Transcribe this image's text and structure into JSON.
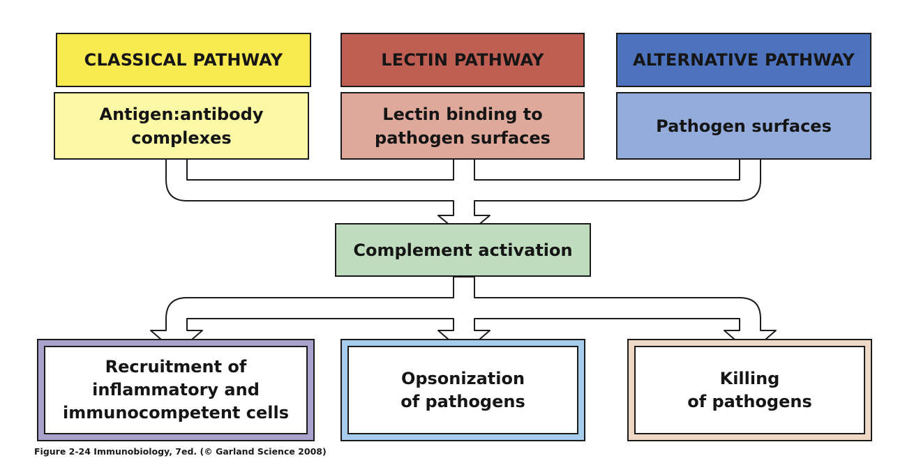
{
  "pathways": [
    {
      "header": "CLASSICAL PATHWAY",
      "trigger": "Antigen:antibody\ncomplexes",
      "header_color": "#f8ea4f",
      "trigger_color": "#fbf8a6"
    },
    {
      "header": "LECTIN PATHWAY",
      "trigger": "Lectin binding to\npathogen surfaces",
      "header_color": "#bf5e52",
      "trigger_color": "#dea89a"
    },
    {
      "header": "ALTERNATIVE PATHWAY",
      "trigger": "Pathogen surfaces",
      "header_color": "#4d72be",
      "trigger_color": "#94acdb"
    }
  ],
  "activation": {
    "label": "Complement activation",
    "color": "#bfdcbe"
  },
  "outcomes": [
    {
      "label": "Recruitment of\ninflammatory and\nimmunocompetent cells",
      "border_color": "#a9a2cc"
    },
    {
      "label": "Opsonization\nof pathogens",
      "border_color": "#a6cdee"
    },
    {
      "label": "Killing\nof pathogens",
      "border_color": "#efd7c5"
    }
  ],
  "caption": "Figure 2-24  Immunobiology, 7ed. (© Garland Science 2008)"
}
